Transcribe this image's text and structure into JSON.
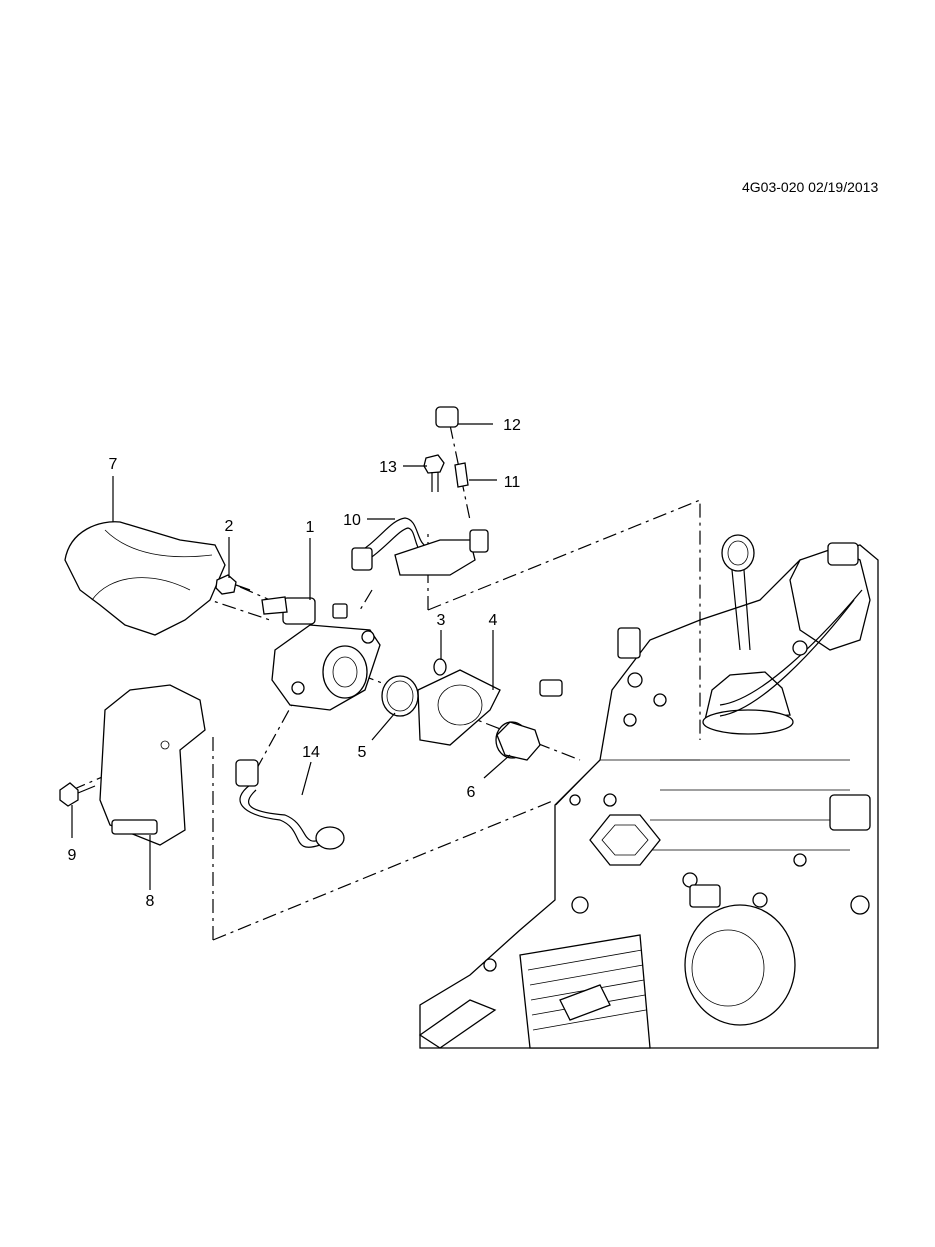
{
  "drawing_id": "4G03-020 02/19/2013",
  "callouts": [
    {
      "label": "1"
    },
    {
      "label": "2"
    },
    {
      "label": "3"
    },
    {
      "label": "4"
    },
    {
      "label": "5"
    },
    {
      "label": "6"
    },
    {
      "label": "7"
    },
    {
      "label": "8"
    },
    {
      "label": "9"
    },
    {
      "label": "10"
    },
    {
      "label": "11"
    },
    {
      "label": "12"
    },
    {
      "label": "13"
    },
    {
      "label": "14"
    }
  ]
}
